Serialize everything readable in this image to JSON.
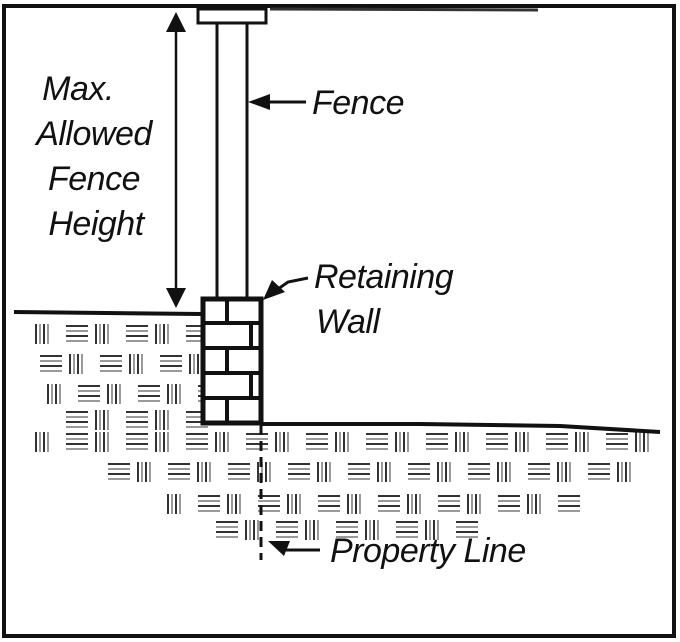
{
  "labels": {
    "max_height": [
      "Max.",
      "Allowed",
      "Fence",
      "Height"
    ],
    "fence": "Fence",
    "retaining_wall": [
      "Retaining",
      "Wall"
    ],
    "property_line": "Property Line"
  },
  "colors": {
    "ink": "#111111",
    "background": "#ffffff",
    "hatch_dark": "#333333",
    "hatch_light": "#9a9a9a"
  }
}
